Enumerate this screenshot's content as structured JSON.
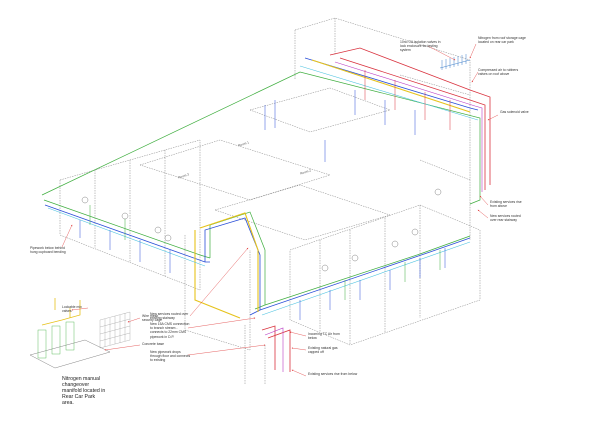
{
  "rooms": [
    "Room 1",
    "Room 2",
    "Room 3"
  ],
  "annotations": {
    "isolation_valves": "10no CA isolation valves in lock enclosure for testing system",
    "nitrogen_roof": "Nitrogen from roof storage cage located on rear car park",
    "compressed_air_roof": "Compressed air to rubbers valves on roof above",
    "gas_solenoid": "Gas solenoid valve",
    "existing_services_above": "Existing services rise from above",
    "new_services_riser": "New services routed over rear stairway",
    "pipework_behind": "Pipework below behind hung cupboard bending",
    "new_services_stairway": "New services routed over existing stairway",
    "new_connection": "New 15A CMS connection to branch stream - connects to 22mm CMS pipework in D.P.",
    "new_pipework_floor": "New pipework drops through floor and connects to existing",
    "incoming_gas": "Incoming TC Air from below",
    "existing_natural_gas": "Existing natural gas capped off",
    "existing_services_below": "Existing services rise from below",
    "lockable_mix": "Lockable mix valves",
    "wire_mesh": "Wire mesh security cage",
    "concrete_base": "Concrete base",
    "nitrogen_manual": "Nitrogen manual changeover manifold located in Rear Car Park area."
  }
}
